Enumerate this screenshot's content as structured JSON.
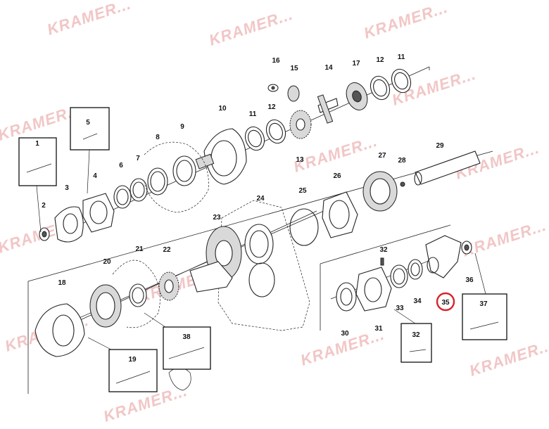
{
  "watermark": {
    "text": "KRAMER..."
  },
  "callouts": [
    "1",
    "2",
    "3",
    "4",
    "5",
    "6",
    "7",
    "8",
    "9",
    "10",
    "11",
    "12",
    "13",
    "14",
    "15",
    "16",
    "17",
    "11",
    "12",
    "18",
    "19",
    "20",
    "21",
    "22",
    "23",
    "24",
    "25",
    "26",
    "27",
    "28",
    "29",
    "30",
    "31",
    "32",
    "32",
    "33",
    "34",
    "35",
    "36",
    "37",
    "38"
  ],
  "highlight": {
    "callout": "35",
    "color": "#d8232a"
  }
}
